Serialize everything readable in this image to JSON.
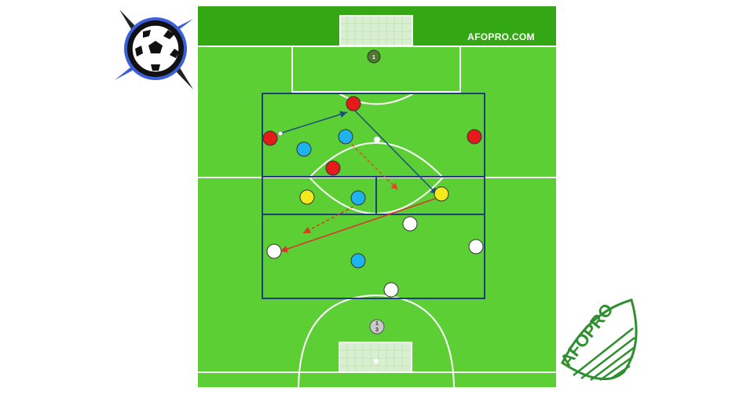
{
  "watermark": {
    "text": "AFOPRO.COM"
  },
  "right_logo": {
    "text": "AFOPRO"
  },
  "goalkeepers": {
    "top": {
      "number": "1"
    },
    "bottom": {
      "number_top": "1",
      "number_bottom": "3"
    }
  },
  "colors": {
    "pitch": "#5ccf34",
    "top_band": "#34a814",
    "lines": "#ffffff",
    "zone_border": "#1f3f7a",
    "red_team": "#e51b1b",
    "blue_team": "#1fb3ee",
    "yellow_team": "#f2ea1d",
    "white_team": "#ffffff",
    "pass_arrow": "#1f4f7a",
    "run_arrow_red": "#e24a2a",
    "long_pass_red": "#e03030"
  },
  "players": {
    "red": [
      {
        "id": "r1"
      },
      {
        "id": "r2"
      },
      {
        "id": "r3"
      },
      {
        "id": "r4"
      }
    ],
    "blue": [
      {
        "id": "b1"
      },
      {
        "id": "b2"
      },
      {
        "id": "b3"
      },
      {
        "id": "b4"
      }
    ],
    "yellow": [
      {
        "id": "y1"
      },
      {
        "id": "y2"
      }
    ],
    "white": [
      {
        "id": "w1"
      },
      {
        "id": "w2"
      },
      {
        "id": "w3"
      },
      {
        "id": "w4"
      }
    ]
  },
  "icons": {
    "left_logo": "soccer-ball-compass-icon",
    "right_logo": "afopro-badge-icon"
  }
}
